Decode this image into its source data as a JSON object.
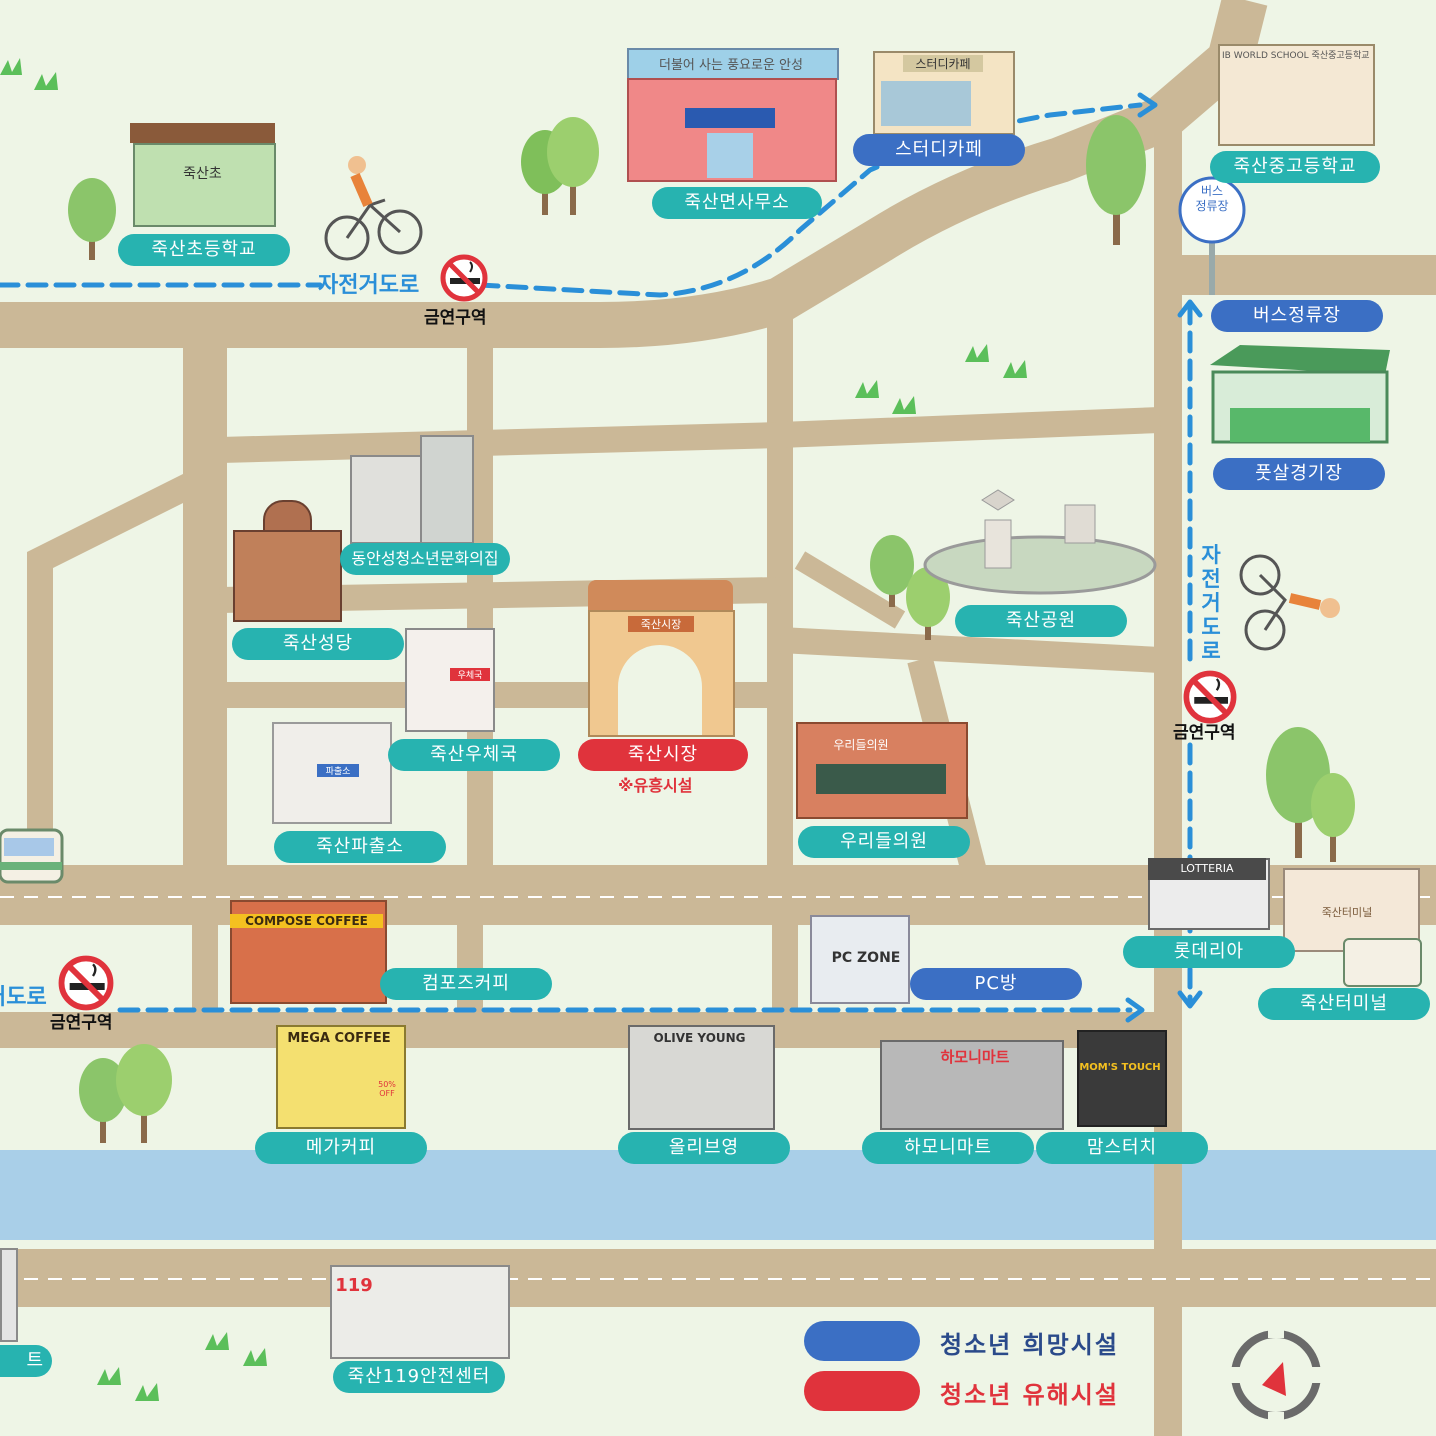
{
  "colors": {
    "background": "#eef5e6",
    "road": "#cbb897",
    "river": "#a9cfe8",
    "route": "#2a8fd8",
    "hope": "#3b6fc4",
    "harmful": "#e0333c",
    "label_teal": "#27b3b0"
  },
  "labels": {
    "elementary": "죽산초등학교",
    "myeon_office": "죽산면사무소",
    "study_cafe": "스터디카페",
    "middle_high": "죽산중고등학교",
    "bus_stop": "버스정류장",
    "futsal": "풋살경기장",
    "youth_center": "동안성청소년문화의집",
    "church": "죽산성당",
    "post_office": "죽산우체국",
    "market": "죽산시장",
    "market_note": "※유흥시설",
    "park": "죽산공원",
    "clinic": "우리들의원",
    "police": "죽산파출소",
    "compose": "컴포즈커피",
    "pc_room": "PC방",
    "lotteria": "롯데리아",
    "terminal": "죽산터미널",
    "mega": "메가커피",
    "olive": "올리브영",
    "harmony": "하모니마트",
    "moms": "맘스터치",
    "fire_station": "죽산119안전센터",
    "partial_left": "트"
  },
  "signs": {
    "school_sign": "죽산초",
    "office_banner": "더불어 사는 풍요로운 안성",
    "study_sign": "스터디카페",
    "ib_sign": "IB WORLD SCHOOL 죽산중고등학교",
    "bus_sign": "버스\n정류장",
    "market_sign": "죽산시장",
    "post_sign": "우체국",
    "police_sign": "파출소",
    "clinic_sign": "우리들의원",
    "compose_sign": "COMPOSE COFFEE",
    "pc_sign": "PC ZONE",
    "lotteria_sign": "LOTTERIA",
    "terminal_sign": "죽산터미널",
    "mega_sign": "MEGA COFFEE",
    "olive_sign": "OLIVE YOUNG",
    "harmony_sign": "하모니마트",
    "moms_sign": "MOM'S TOUCH",
    "fire_sign": "119",
    "sale_sign": "50% OFF"
  },
  "roads": {
    "bike_road": "자전거도로",
    "bike_road_partial": "거도로",
    "no_smoking": "금연구역"
  },
  "legend": {
    "hope": "청소년 희망시설",
    "harmful": "청소년 유해시설"
  },
  "icons": {
    "compass": "compass-icon",
    "no_smoking": "no-smoking-icon",
    "bicycle": "cyclist-icon"
  }
}
